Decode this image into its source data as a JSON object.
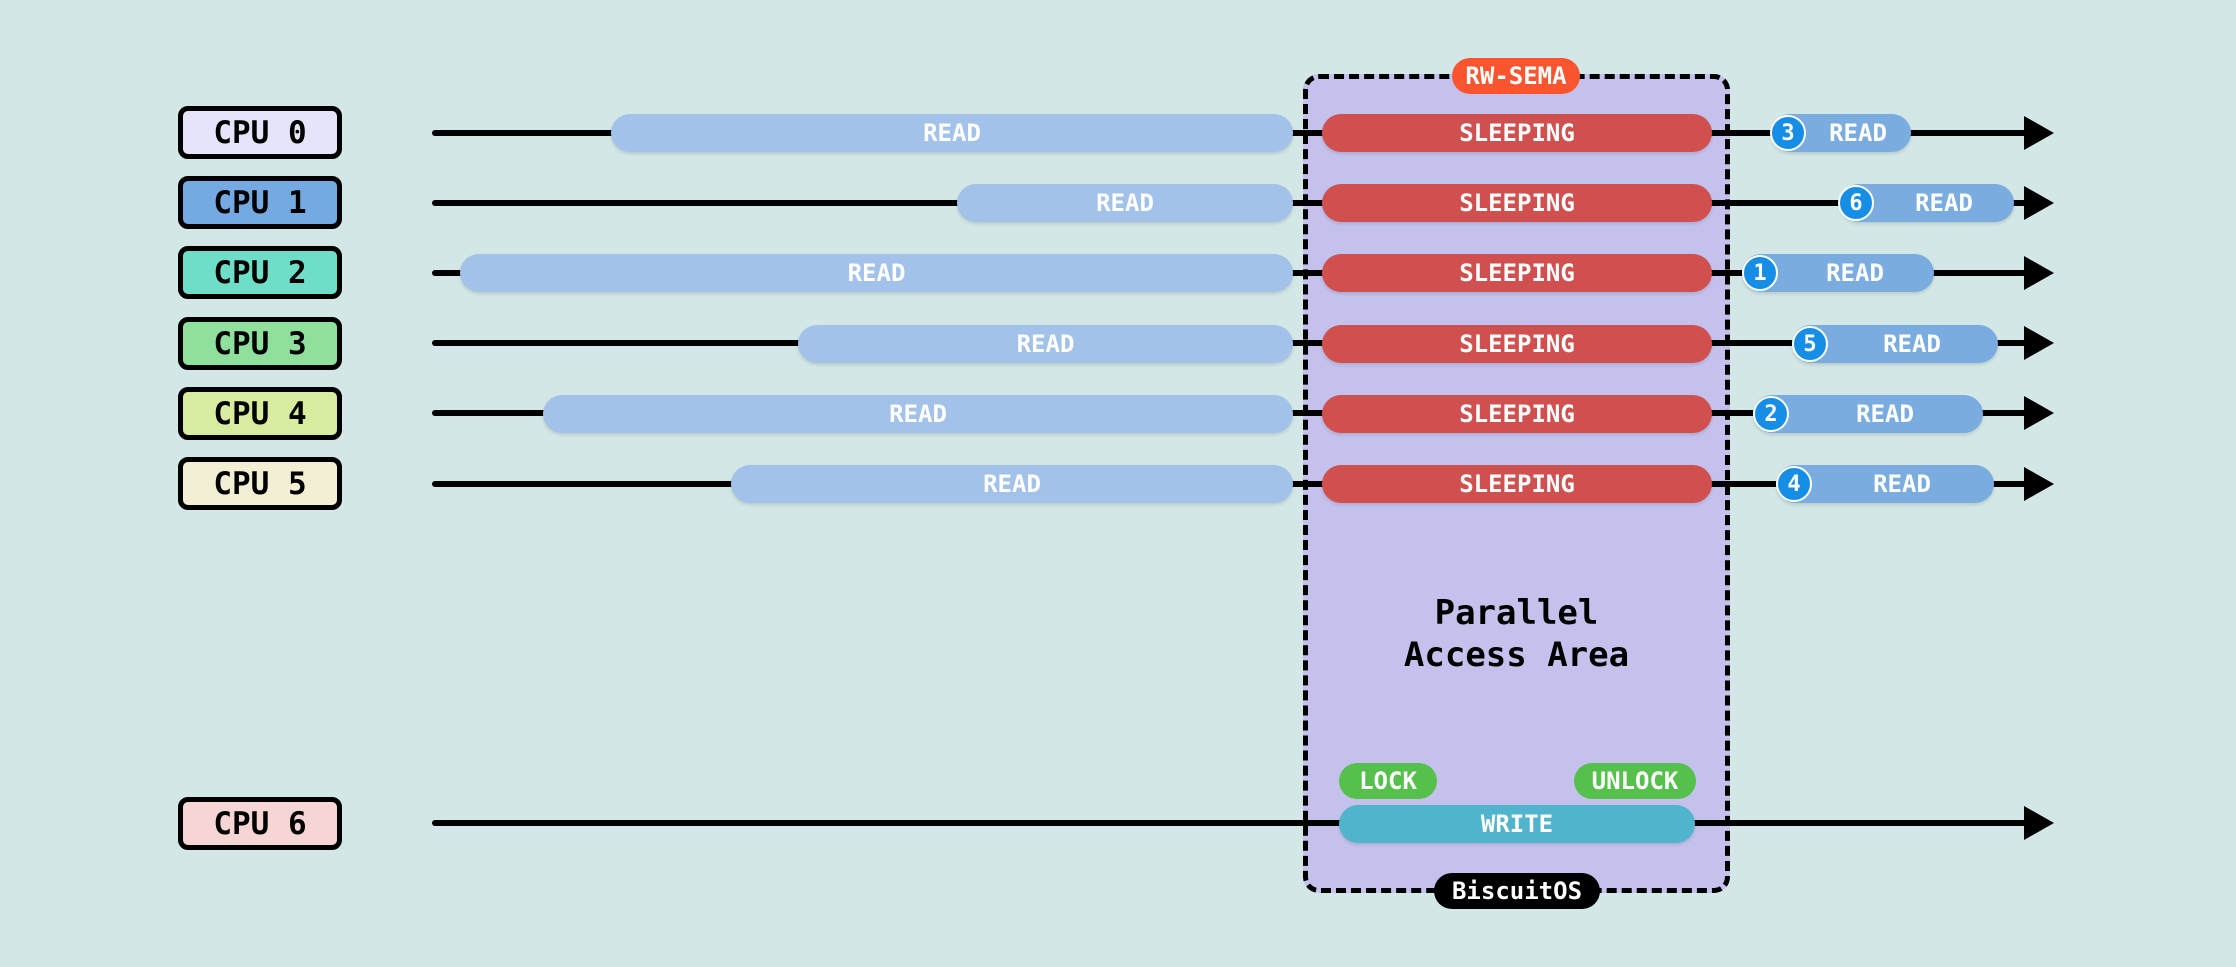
{
  "colors": {
    "background": "#d2e7e6",
    "read": "#a3c2ea",
    "sleeping": "#d0504f",
    "read_after": "#7aace0",
    "badge": "#168ee6",
    "write": "#4fb4cc",
    "lock": "#56c04c",
    "rw_sema": "#fb5530",
    "zone": "#bdb4f0"
  },
  "cpus": [
    {
      "label": "CPU 0",
      "color": "#e6e4fb",
      "read": "READ",
      "sleep": "SLEEPING",
      "after_read": "READ",
      "order": "3"
    },
    {
      "label": "CPU 1",
      "color": "#74a9e2",
      "read": "READ",
      "sleep": "SLEEPING",
      "after_read": "READ",
      "order": "6"
    },
    {
      "label": "CPU 2",
      "color": "#6fdec8",
      "read": "READ",
      "sleep": "SLEEPING",
      "after_read": "READ",
      "order": "1"
    },
    {
      "label": "CPU 3",
      "color": "#8fe09c",
      "read": "READ",
      "sleep": "SLEEPING",
      "after_read": "READ",
      "order": "5"
    },
    {
      "label": "CPU 4",
      "color": "#d7ec9e",
      "read": "READ",
      "sleep": "SLEEPING",
      "after_read": "READ",
      "order": "2"
    },
    {
      "label": "CPU 5",
      "color": "#f3efd5",
      "read": "READ",
      "sleep": "SLEEPING",
      "after_read": "READ",
      "order": "4"
    }
  ],
  "writer": {
    "label": "CPU 6",
    "color": "#f6d6d4",
    "write": "WRITE",
    "lock": "LOCK",
    "unlock": "UNLOCK"
  },
  "zone": {
    "badge": "RW-SEMA",
    "title_line1": "Parallel",
    "title_line2": "Access Area",
    "footer": "BiscuitOS"
  }
}
